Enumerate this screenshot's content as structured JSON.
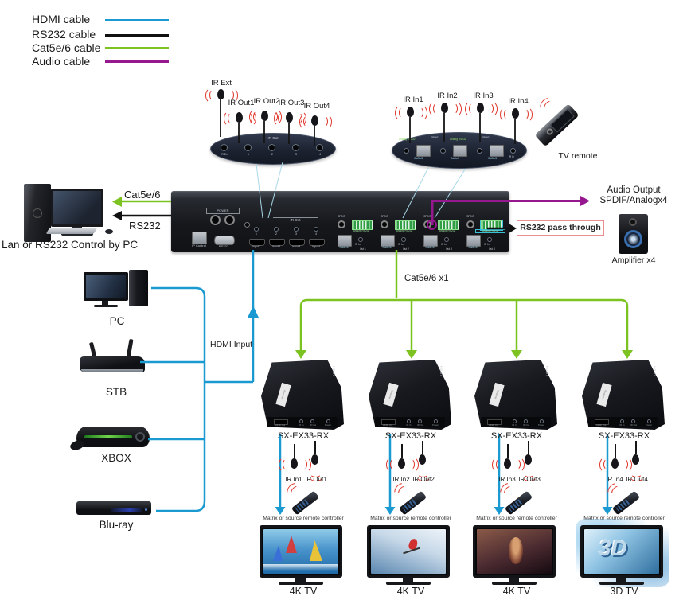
{
  "legend": {
    "items": [
      {
        "label": "HDMI cable",
        "color": "#1b9ad2"
      },
      {
        "label": "RS232 cable",
        "color": "#111111"
      },
      {
        "label": "Cat5e/6 cable",
        "color": "#7cc220"
      },
      {
        "label": "Audio cable",
        "color": "#96188f"
      }
    ]
  },
  "top_left_ir": {
    "ext_label": "IR Ext",
    "emitters": [
      "IR Out1",
      "IR Out2",
      "IR Out3",
      "IR Out4"
    ],
    "panel": {
      "title": "IR Out",
      "ports": [
        "IR Ext",
        "1",
        "2",
        "3",
        "4"
      ]
    }
  },
  "top_right_ir": {
    "emitters": [
      "IR In1",
      "IR In2",
      "IR In3",
      "IR In4"
    ],
    "panel": {
      "spdif": "SPDIF",
      "analog": "Analog RS232",
      "cat": "Cat5e/6",
      "ir_in": "IR In"
    }
  },
  "tv_remote_label": "TV remote",
  "control_pc": {
    "caption": "Lan or RS232 Control by PC",
    "cat_label": "Cat5e/6",
    "rs232_label": "RS232"
  },
  "matrix": {
    "power": "POWER",
    "ip_control": "IP Control",
    "rs232": "RS232",
    "ir_out": "IR Out",
    "ir_out_ports": [
      "1",
      "2",
      "3",
      "4"
    ],
    "inputs": [
      "Input1",
      "Input2",
      "Input3",
      "Input4"
    ],
    "out_group": {
      "spdif": "SPDIF",
      "analog": "Analog RS232",
      "cat": "Cat5e/6",
      "ir_in": "IR In"
    },
    "outs": [
      "Out 1",
      "Out 2",
      "Out 3",
      "Out 4"
    ]
  },
  "audio_output": {
    "line1": "Audio Output",
    "line2": "SPDIF/Analogx4"
  },
  "rs232_pass_label": "RS232 pass through",
  "amplifier_label": "Amplifier x4",
  "cat_run_label": "Cat5e/6 x1",
  "hdmi_input_label": "HDMI Input",
  "sources": [
    {
      "label": "PC"
    },
    {
      "label": "STB"
    },
    {
      "label": "XBOX"
    },
    {
      "label": "Blu-ray"
    }
  ],
  "receiver_common": {
    "sticker": "Receiver",
    "logo": "HDMI",
    "ports": [
      "HDMI Out",
      "IR In",
      "IR Out",
      "Power"
    ]
  },
  "receivers": [
    {
      "model": "SX-EX33-RX",
      "ir_in": "IR In1",
      "ir_out": "IR Out1",
      "controller": "Matrix or source remote controller",
      "tv": "4K TV"
    },
    {
      "model": "SX-EX33-RX",
      "ir_in": "IR In2",
      "ir_out": "IR Out2",
      "controller": "Matrix or source remote controller",
      "tv": "4K TV"
    },
    {
      "model": "SX-EX33-RX",
      "ir_in": "IR In3",
      "ir_out": "IR Out3",
      "controller": "Matrix or source remote controller",
      "tv": "4K TV"
    },
    {
      "model": "SX-EX33-RX",
      "ir_in": "IR In4",
      "ir_out": "IR Out4",
      "controller": "Matrix or source remote controller",
      "tv": "3D TV"
    }
  ],
  "tv_3d_text": "3D",
  "colors": {
    "hdmi": "#1b9ad2",
    "rs232": "#111111",
    "cat5e6": "#7cc220",
    "audio": "#96188f",
    "ir_wave": "#e0392e"
  }
}
